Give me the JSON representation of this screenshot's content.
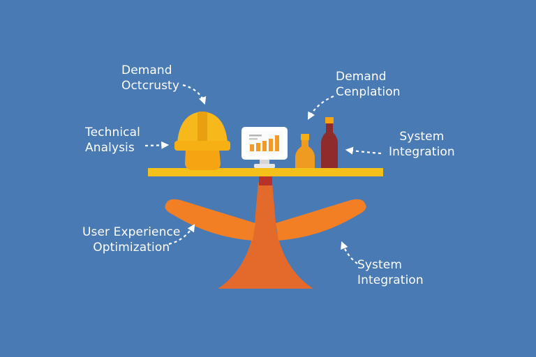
{
  "colors": {
    "background": "#4a7ab3",
    "beam": "#f5c01a",
    "stand": "#e46a2c",
    "arms": "#f37f25",
    "hardhat": "#f6b013",
    "bottle_orange": "#ef9a20",
    "bottle_red": "#8e2b2b",
    "monitor_bars": "#f39a26",
    "arrow": "#ffffff",
    "text": "#ffffff"
  },
  "icons": [
    "hardhat-icon",
    "monitor-chart-icon",
    "orange-bottle-icon",
    "red-bottle-icon"
  ],
  "labels": {
    "demand_occ": "Demand\nOctcrusty",
    "demand_cen": "Demand\nCenplation",
    "technical": "Technical\nAnalysis",
    "system_right": "System\nIntegration",
    "ux": "User Experience\nOptimization",
    "system_bottom": "System\nIntegration"
  }
}
